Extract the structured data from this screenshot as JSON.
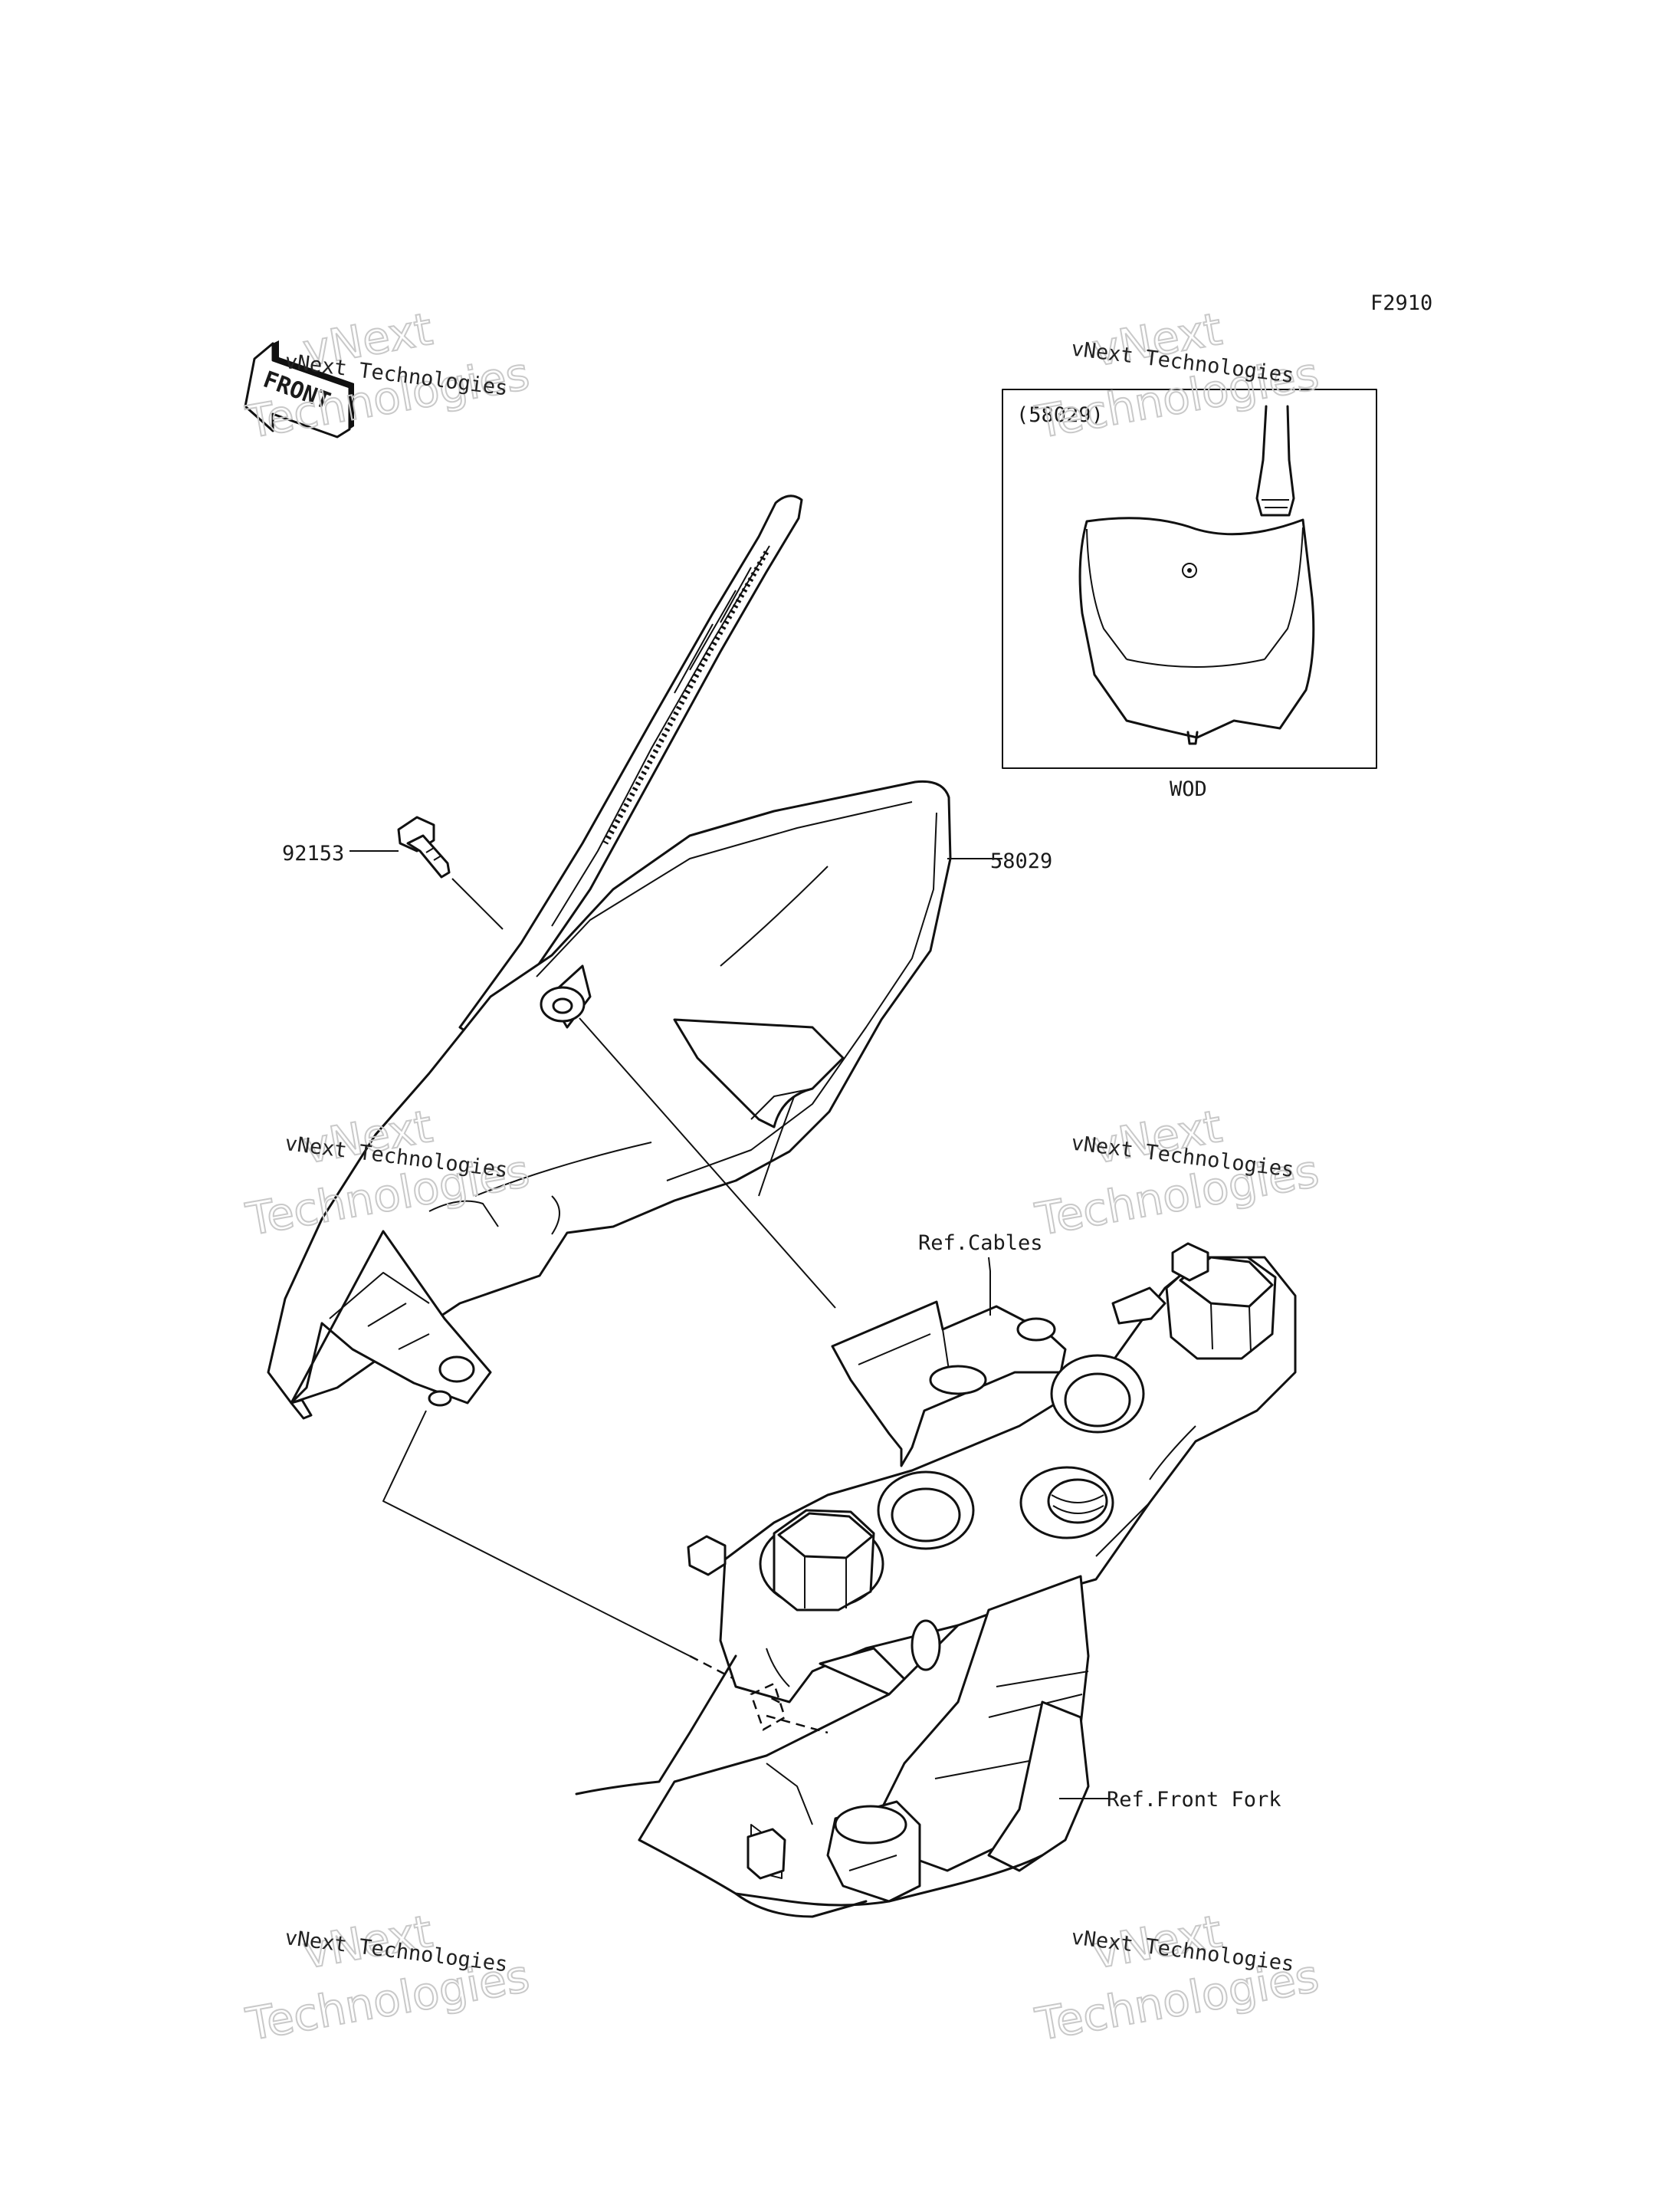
{
  "figure_code": "F2910",
  "front_badge": "FRONT",
  "inset": {
    "part_number": "(58029)",
    "variant": "WOD"
  },
  "callouts": {
    "bolt": "92153",
    "number_plate": "58029",
    "cables": "Ref.Cables",
    "front_fork": "Ref.Front Fork"
  },
  "watermark": {
    "line1": "vNext Technologies",
    "big_top": "vNext",
    "big_bottom": "Technologies"
  }
}
